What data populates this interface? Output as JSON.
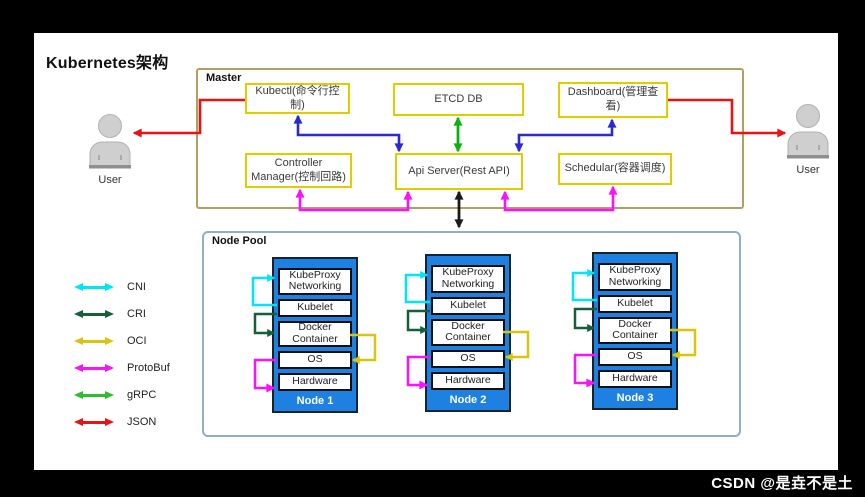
{
  "title": "Kubernetes架构",
  "watermark": "CSDN @是垚不是土",
  "users": {
    "left": "User",
    "right": "User"
  },
  "master": {
    "label": "Master",
    "boxes": {
      "kubectl": "Kubectl(命令行控制)",
      "etcd": "ETCD DB",
      "dashboard": "Dashboard(管理查看)",
      "controller_manager": "Controller Manager(控制回路)",
      "api_server": "Api Server(Rest API)",
      "scheduler": "Schedular(容器调度)"
    }
  },
  "node_pool": {
    "label": "Node Pool",
    "layers": [
      "KubeProxy Networking",
      "Kubelet",
      "Docker Container",
      "OS",
      "Hardware"
    ],
    "nodes": [
      {
        "name": "Node 1"
      },
      {
        "name": "Node 2"
      },
      {
        "name": "Node 3"
      }
    ]
  },
  "legend": {
    "items": [
      {
        "label": "CNI",
        "color": "#00e6f6"
      },
      {
        "label": "CRI",
        "color": "#155f3a"
      },
      {
        "label": "OCI",
        "color": "#d8c50f"
      },
      {
        "label": "ProtoBuf",
        "color": "#fb12fb"
      },
      {
        "label": "gRPC",
        "color": "#2dbe2d"
      },
      {
        "label": "JSON",
        "color": "#e81414"
      }
    ]
  },
  "colors": {
    "box_border": "#ddce00",
    "master_border": "#b3a061",
    "node_pool_border": "#8fb0bd",
    "node_fill": "#1e80e0",
    "arrow_blue": "#2a28d8",
    "arrow_green": "#0faf0f",
    "arrow_black": "#1a1a1a",
    "arrow_magenta": "#fb12fb",
    "arrow_red": "#e81414"
  }
}
